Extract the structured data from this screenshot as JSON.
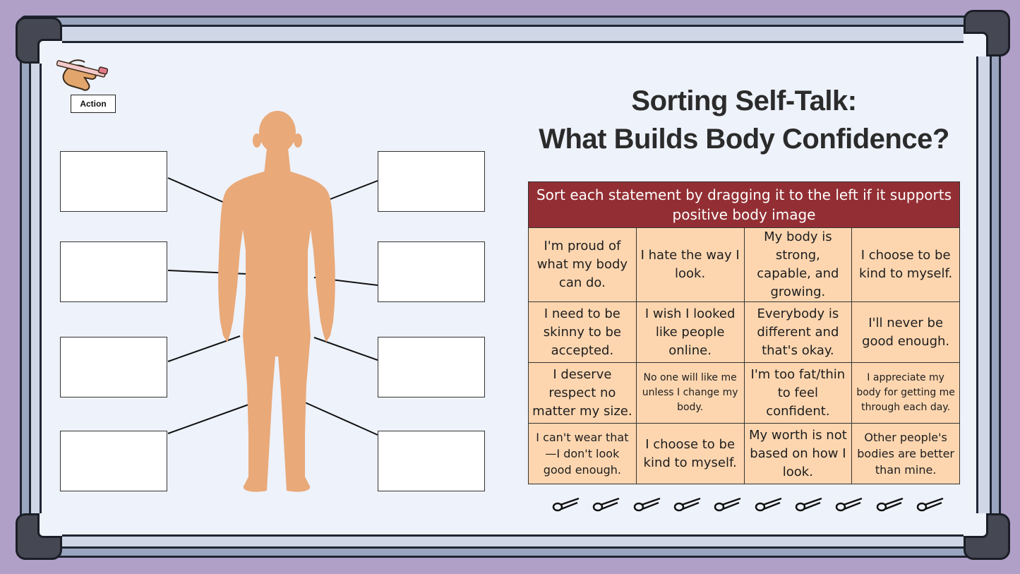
{
  "badge": {
    "label": "Action"
  },
  "title": {
    "line1": "Sorting Self-Talk:",
    "line2": "What Builds Body Confidence?"
  },
  "instructions": "Sort each statement by dragging it to the left if it supports positive body image",
  "statements": [
    [
      "I'm proud of what my body can do.",
      "I hate the way I look.",
      "My body is strong, capable, and growing.",
      "I choose to be kind to myself."
    ],
    [
      "I need to be skinny to be accepted.",
      "I wish I looked like people online.",
      "Everybody is different and that's okay.",
      "I'll never be good enough."
    ],
    [
      "I deserve respect no matter my size.",
      "No one will like me unless I change my body.",
      "I'm too fat/thin to feel confident.",
      "I appreciate my body for getting me through each day."
    ],
    [
      "I can't wear that—I don't look good enough.",
      "I choose to be kind to myself.",
      "My worth is not based on how I look.",
      "Other people's bodies are better than mine."
    ]
  ],
  "colors": {
    "header": "#932f34",
    "cell": "#fdd6b0",
    "figure": "#e9a979",
    "board": "#eef2fb",
    "background": "#b0a0c8"
  },
  "icons": [
    "hand-writing-icon",
    "paper-clip-icon"
  ]
}
